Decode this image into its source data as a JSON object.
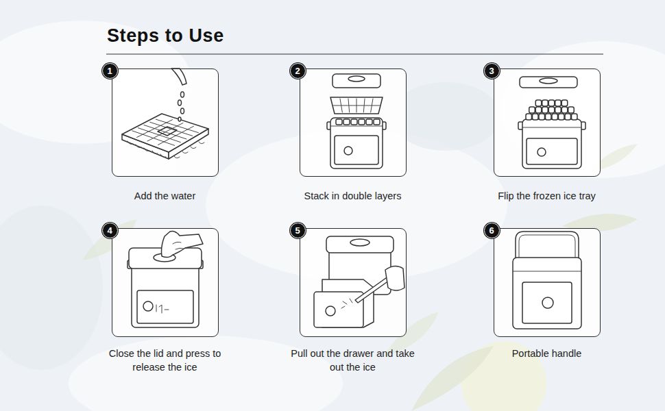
{
  "diagram": {
    "title": "Steps to Use",
    "nodes": [
      {
        "text": [
          "Add the water"
        ]
      },
      {
        "text": [
          "1"
        ],
        "in": 0
      },
      {
        "text": [
          "Stack in double layers"
        ]
      },
      {
        "text": [
          "2"
        ],
        "in": 2
      },
      {
        "text": [
          "Flip the frozen ice tray"
        ]
      },
      {
        "text": [
          "3"
        ],
        "in": 4
      },
      {
        "text": [
          "Close the lid and press to release the ice"
        ]
      },
      {
        "text": [
          "4"
        ],
        "in": 6
      },
      {
        "text": [
          "Pull out the drawer and take out the ice"
        ]
      },
      {
        "text": [
          "5"
        ],
        "in": 8
      },
      {
        "text": [
          "Portable handle"
        ]
      },
      {
        "text": [
          "6"
        ],
        "in": 10
      }
    ]
  }
}
